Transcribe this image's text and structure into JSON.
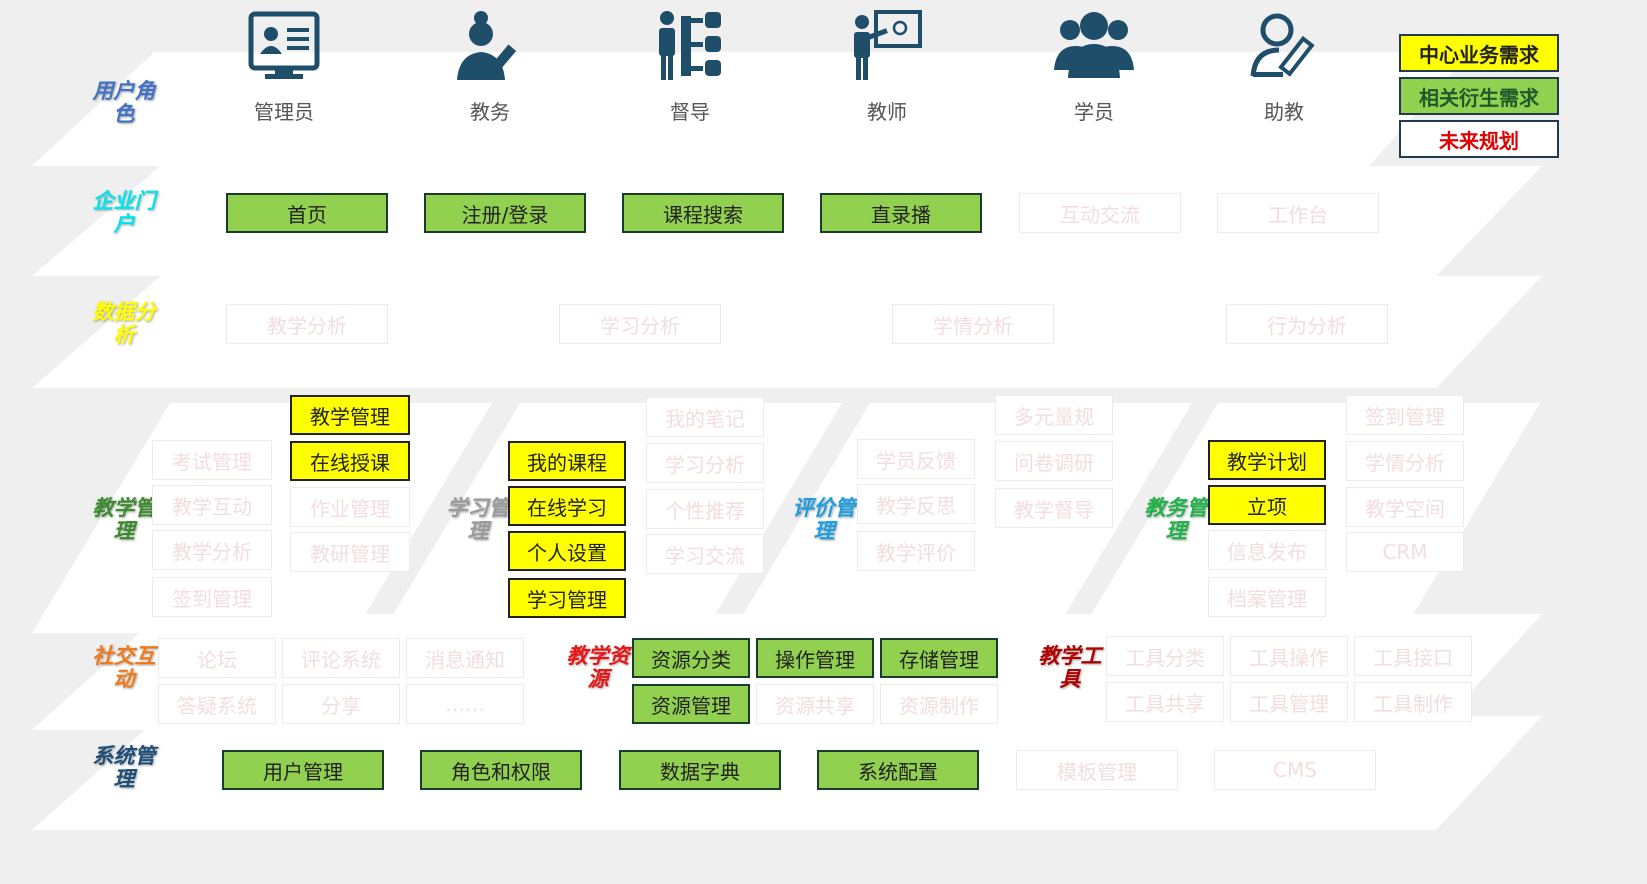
{
  "roles": {
    "label": "用户角色",
    "items": [
      "管理员",
      "教务",
      "督导",
      "教师",
      "学员",
      "助教"
    ]
  },
  "legend": {
    "core": "中心业务需求",
    "related": "相关衍生需求",
    "future": "未来规划",
    "core_color": "#ffff00",
    "related_color": "#92d050",
    "future_color": "#e00000"
  },
  "portal": {
    "label": "企业门户",
    "items": [
      "首页",
      "注册/登录",
      "课程搜索",
      "直录播",
      "互动交流",
      "工作台"
    ]
  },
  "analytics": {
    "label": "数据分析",
    "items": [
      "教学分析",
      "学习分析",
      "学情分析",
      "行为分析"
    ]
  },
  "teaching_mgmt": {
    "label": "教学管理",
    "col1": [
      "考试管理",
      "教学互动",
      "教学分析",
      "签到管理"
    ],
    "col2": [
      "教学管理",
      "在线授课",
      "作业管理",
      "教研管理"
    ]
  },
  "learning_mgmt": {
    "label": "学习管理",
    "col1": [
      "我的课程",
      "在线学习",
      "个人设置",
      "学习管理"
    ],
    "col2": [
      "我的笔记",
      "学习分析",
      "个性推荐",
      "学习交流"
    ]
  },
  "evaluation_mgmt": {
    "label": "评价管理",
    "col1": [
      "学员反馈",
      "教学反思",
      "教学评价"
    ],
    "col2": [
      "多元量规",
      "问卷调研",
      "教学督导"
    ]
  },
  "academic_mgmt": {
    "label": "教务管理",
    "col1": [
      "教学计划",
      "立项",
      "信息发布",
      "档案管理"
    ],
    "col2": [
      "签到管理",
      "学情分析",
      "教学空间",
      "CRM"
    ]
  },
  "social": {
    "label": "社交互动",
    "row1": [
      "论坛",
      "评论系统",
      "消息通知"
    ],
    "row2": [
      "答疑系统",
      "分享",
      "……"
    ]
  },
  "resources": {
    "label": "教学资源",
    "row1": [
      "资源分类",
      "操作管理",
      "存储管理"
    ],
    "row2": [
      "资源管理",
      "资源共享",
      "资源制作"
    ]
  },
  "tools": {
    "label": "教学工具",
    "row1": [
      "工具分类",
      "工具操作",
      "工具接口"
    ],
    "row2": [
      "工具共享",
      "工具管理",
      "工具制作"
    ]
  },
  "system": {
    "label": "系统管理",
    "items": [
      "用户管理",
      "角色和权限",
      "数据字典",
      "系统配置",
      "模板管理",
      "CMS"
    ]
  }
}
